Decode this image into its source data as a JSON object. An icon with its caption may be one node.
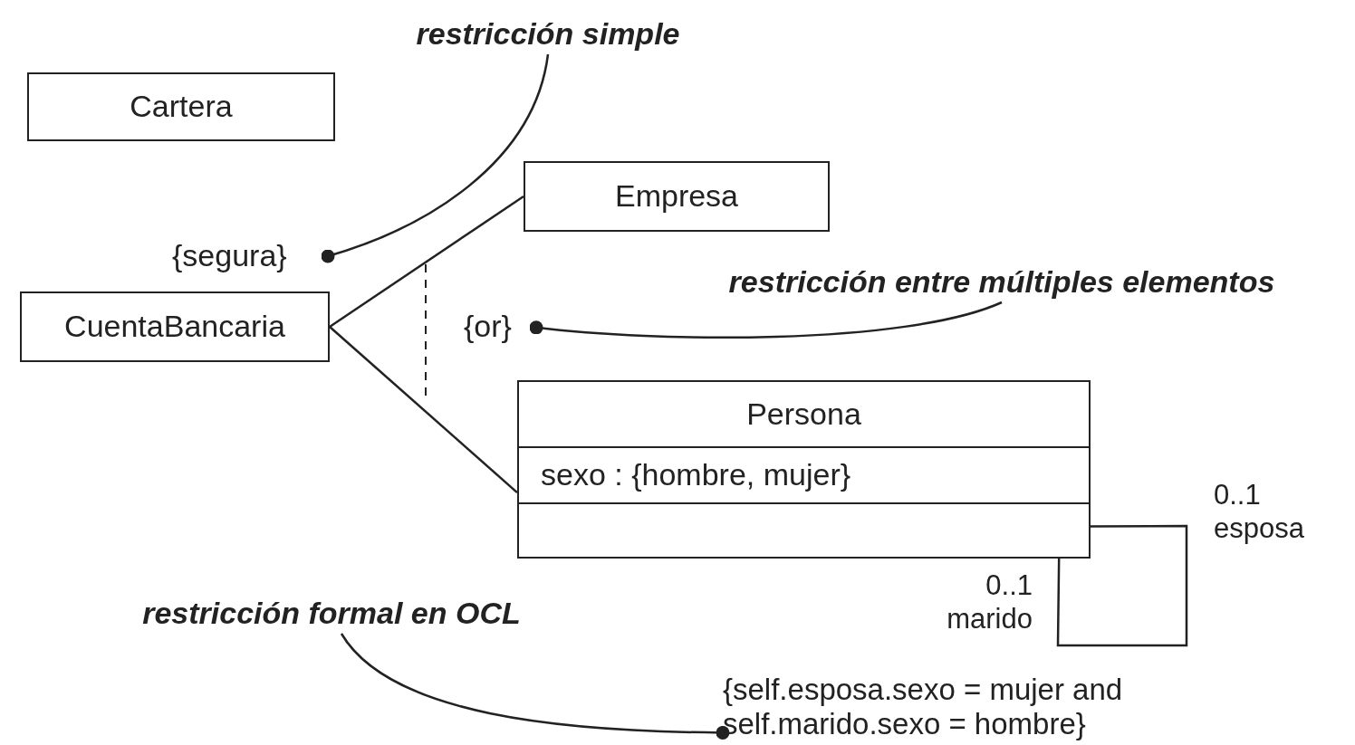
{
  "diagram": {
    "nodes": [
      {
        "text": [
          "Cartera"
        ]
      },
      {
        "text": [
          "Empresa"
        ]
      },
      {
        "text": [
          "CuentaBancaria"
        ]
      },
      {
        "text": [
          "Persona",
          "sexo : {hombre, mujer}"
        ]
      },
      {
        "text": [
          "{segura}"
        ]
      },
      {
        "text": [
          "restricción simple"
        ]
      },
      {
        "text": [
          "{or}"
        ]
      },
      {
        "text": [
          "restricción entre múltiples elementos"
        ]
      },
      {
        "text": [
          "restricción formal en OCL"
        ]
      },
      {
        "text": [
          "{self.esposa.sexo = mujer and self.marido.sexo = hombre}"
        ]
      }
    ],
    "edges": [
      {
        "from": 2,
        "to": 1,
        "arrow": "none"
      },
      {
        "from": 2,
        "to": 3,
        "arrow": "none"
      },
      {
        "from": 3,
        "to": 3,
        "arrow": "none"
      },
      {
        "from": 5,
        "to": 4,
        "arrow": "other"
      },
      {
        "from": 7,
        "to": 6,
        "arrow": "other"
      },
      {
        "from": 8,
        "to": 9,
        "arrow": "other"
      }
    ],
    "labels": [
      "0..1 esposa",
      "0..1 marido"
    ]
  }
}
